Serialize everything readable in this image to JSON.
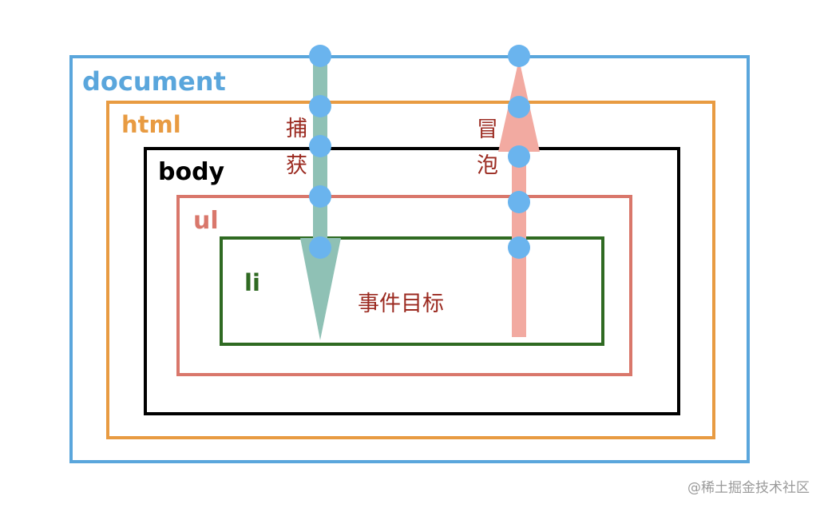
{
  "layers": {
    "document": "document",
    "html": "html",
    "body": "body",
    "ul": "ul",
    "li": "li"
  },
  "capture": {
    "char1": "捕",
    "char2": "获",
    "color": "#8fc1b5"
  },
  "bubble": {
    "char1": "冒",
    "char2": "泡",
    "color": "#f2aaa1"
  },
  "target_label": "事件目标",
  "watermark": "@稀土掘金技术社区",
  "colors": {
    "document": "#5aa6dc",
    "html": "#e89b42",
    "body": "#000000",
    "ul": "#d9776b",
    "li": "#2f6a22",
    "dot": "#6ab4ee",
    "chinese_text": "#9b2a20"
  }
}
